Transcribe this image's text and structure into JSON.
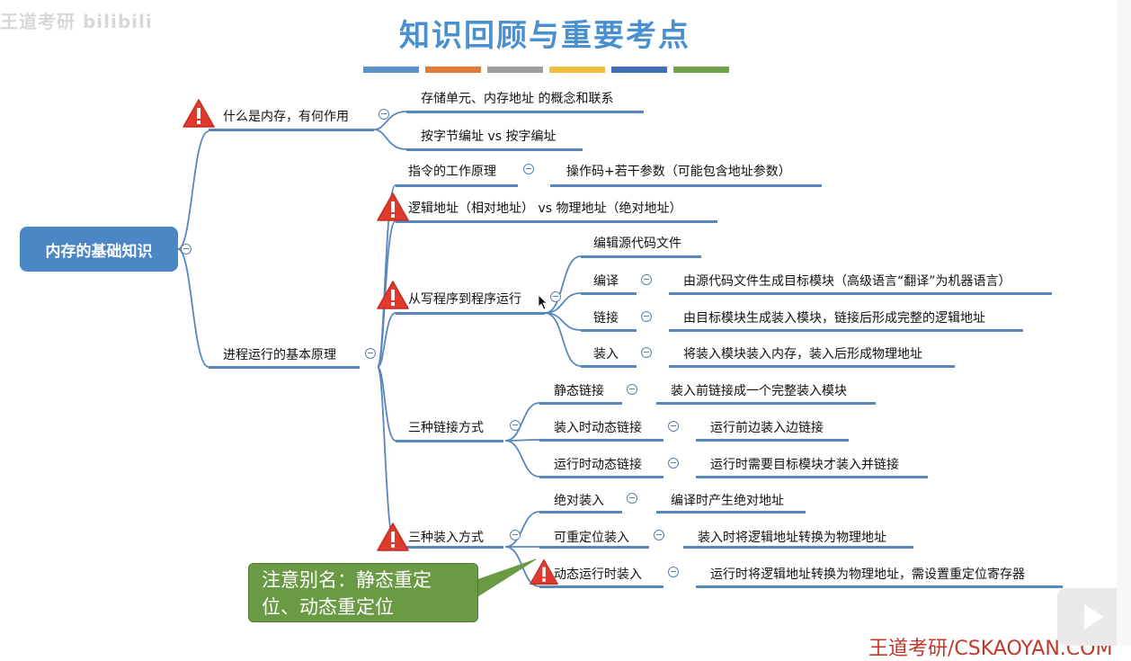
{
  "title": "知识回顾与重要考点",
  "watermark": "王道考研 bilibili",
  "color_bars": [
    "#5b93c9",
    "#e07b39",
    "#9e9e9e",
    "#f2bc3e",
    "#3f6eb5",
    "#6fa24a"
  ],
  "root": "内存的基础知识",
  "nodes": {
    "what_memory": "什么是内存，有何作用",
    "storage_unit": "存储单元、内存地址 的概念和联系",
    "byte_word": "按字节编址 vs 按字编址",
    "instruction": "指令的工作原理",
    "opcode": "操作码+若干参数（可能包含地址参数）",
    "logical_physical": "逻辑地址（相对地址） vs 物理地址（绝对地址）",
    "process_basic": "进程运行的基本原理",
    "write_to_run": "从写程序到程序运行",
    "edit_source": "编辑源代码文件",
    "compile": "编译",
    "compile_desc": "由源代码文件生成目标模块（高级语言“翻译”为机器语言）",
    "link": "链接",
    "link_desc": "由目标模块生成装入模块，链接后形成完整的逻辑地址",
    "load": "装入",
    "load_desc": "将装入模块装入内存，装入后形成物理地址",
    "three_link": "三种链接方式",
    "static_link": "静态链接",
    "static_link_desc": "装入前链接成一个完整装入模块",
    "load_dynamic_link": "装入时动态链接",
    "load_dynamic_link_desc": "运行前边装入边链接",
    "run_dynamic_link": "运行时动态链接",
    "run_dynamic_link_desc": "运行时需要目标模块才装入并链接",
    "three_load": "三种装入方式",
    "absolute_load": "绝对装入",
    "absolute_load_desc": "编译时产生绝对地址",
    "relocatable_load": "可重定位装入",
    "relocatable_load_desc": "装入时将逻辑地址转换为物理地址",
    "dynamic_run_load": "动态运行时装入",
    "dynamic_run_load_desc": "运行时将逻辑地址转换为物理地址，需设置重定位寄存器"
  },
  "note": "注意别名：静态重定位、动态重定位",
  "footer": "王道考研/CSKAOYAN.COM",
  "colors": {
    "accent": "#4a8fd0",
    "root_bg": "#4b86c5",
    "line": "#5787bd",
    "note_bg": "#6b9a45",
    "warn": "#e03a2f",
    "footer": "#c0392b"
  }
}
